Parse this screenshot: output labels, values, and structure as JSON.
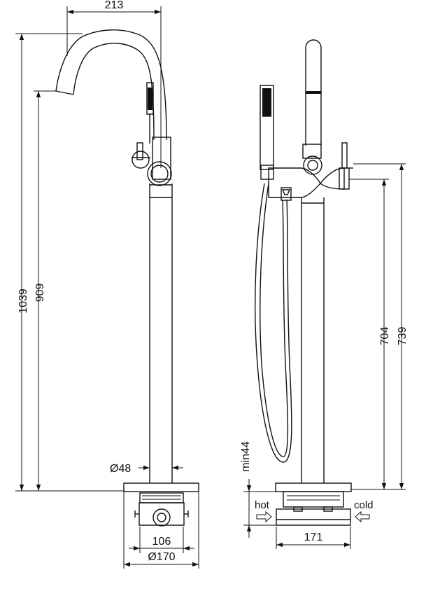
{
  "dimensions": {
    "spout_reach": "213",
    "overall_height": "1039",
    "spout_height": "909",
    "pipe_diameter": "Ø48",
    "fixing_width": "106",
    "base_diameter": "Ø170",
    "min_floor_depth": "min44",
    "handle_height_low": "704",
    "handle_height_high": "739",
    "base_width": "171"
  },
  "labels": {
    "hot": "hot",
    "cold": "cold"
  }
}
